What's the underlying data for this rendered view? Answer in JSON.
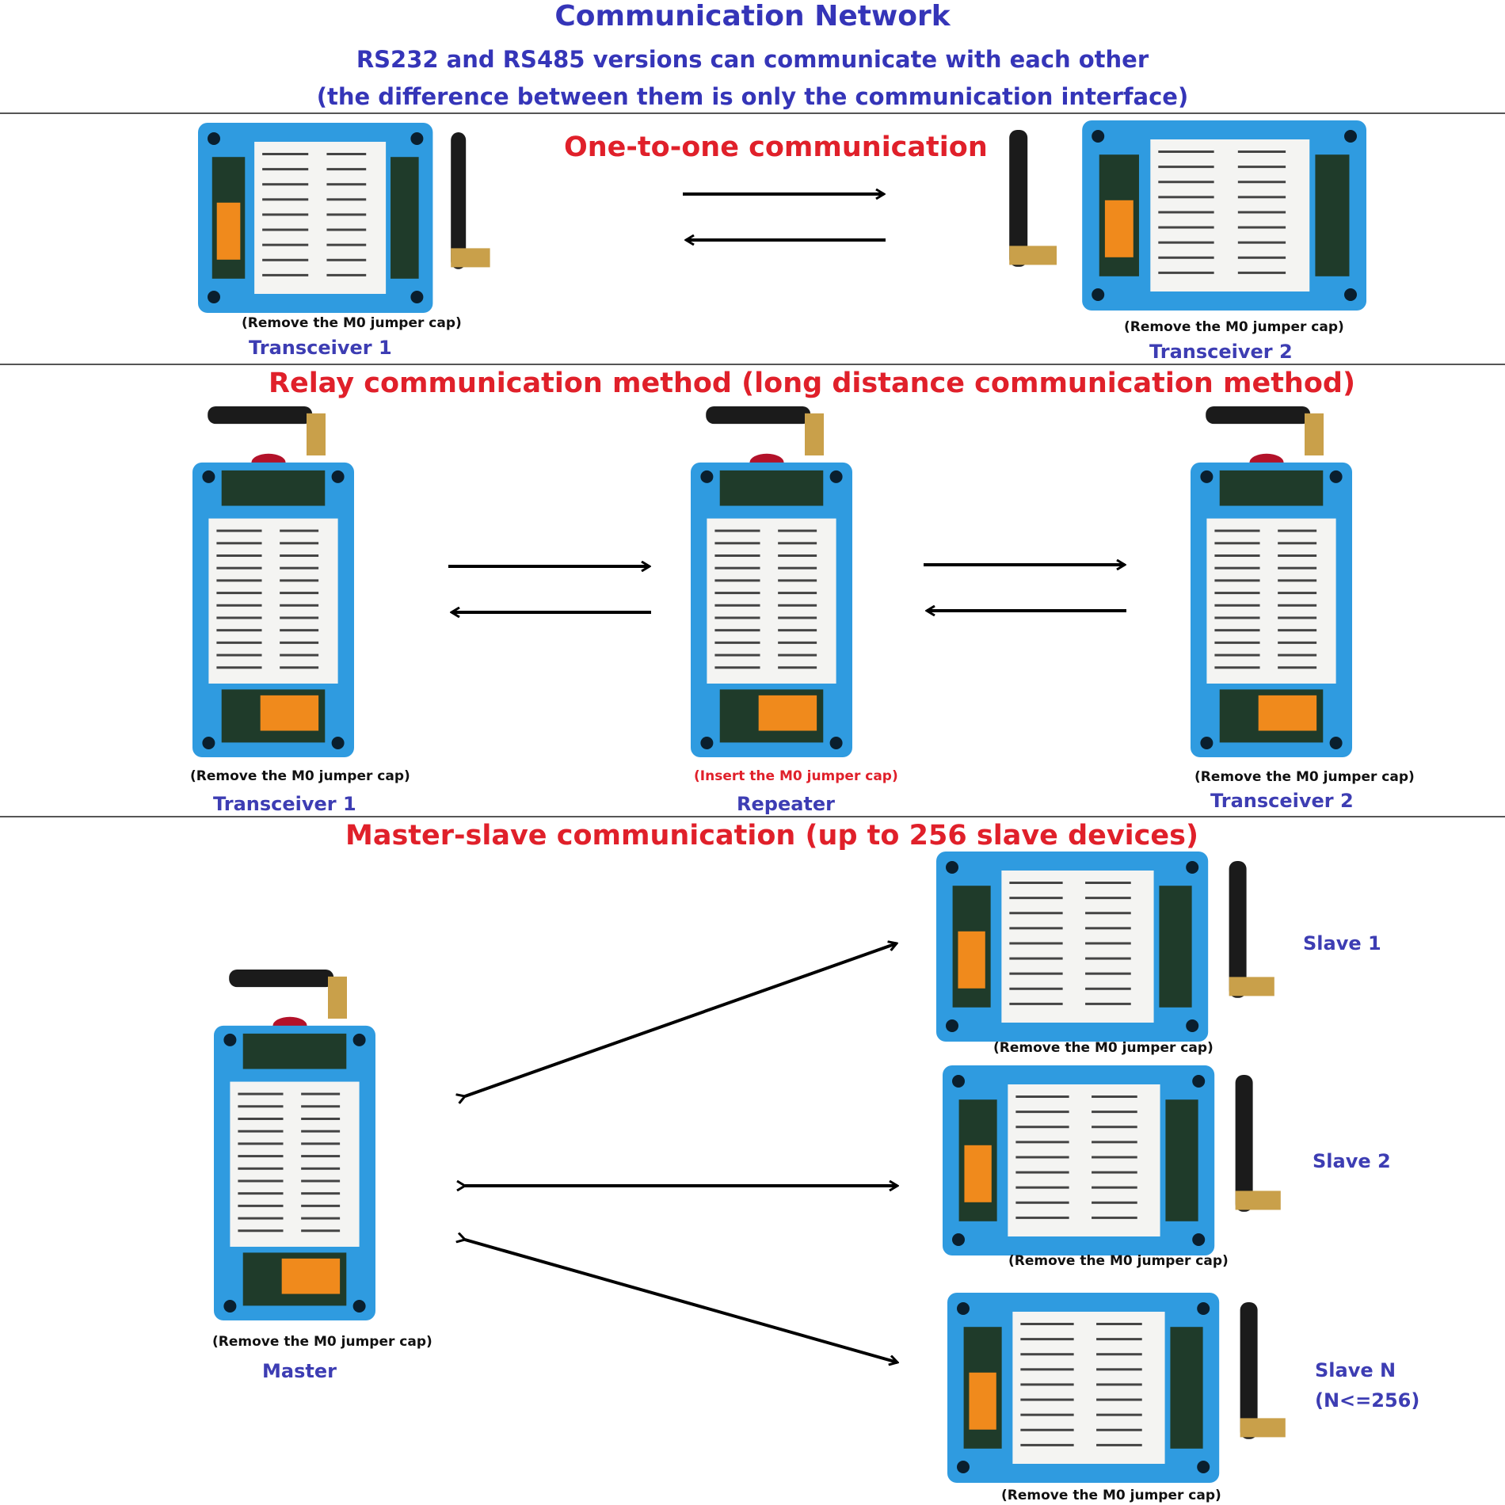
{
  "header": {
    "title": "Communication Network",
    "subtitle1": "RS232 and RS485 versions can communicate with each other",
    "subtitle2": "(the difference between them is only the communication interface)"
  },
  "section1": {
    "heading": "One-to-one communication",
    "left": {
      "caption": "(Remove the M0 jumper cap)",
      "label": "Transceiver 1"
    },
    "right": {
      "caption": "(Remove the M0 jumper cap)",
      "label": "Transceiver 2"
    }
  },
  "section2": {
    "heading": "Relay communication method (long distance communication method)",
    "left": {
      "caption": "(Remove the M0 jumper cap)",
      "label": "Transceiver 1"
    },
    "middle": {
      "caption": "(Insert the M0 jumper cap)",
      "label": "Repeater"
    },
    "right": {
      "caption": "(Remove the M0 jumper cap)",
      "label": "Transceiver 2"
    }
  },
  "section3": {
    "heading": "Master-slave communication (up to 256 slave devices)",
    "master": {
      "caption": "(Remove the M0 jumper cap)",
      "label": "Master"
    },
    "slave1": {
      "caption": "(Remove the M0 jumper cap)",
      "label": "Slave 1"
    },
    "slave2": {
      "caption": "(Remove the M0 jumper cap)",
      "label": "Slave 2"
    },
    "slaveN": {
      "caption": "(Remove the M0 jumper cap)",
      "label": "Slave N",
      "note": "(N<=256)"
    }
  },
  "colors": {
    "title": "#3535b8",
    "heading": "#e0202a",
    "label": "#3d3db3",
    "enclosure": "#2f9be0"
  }
}
